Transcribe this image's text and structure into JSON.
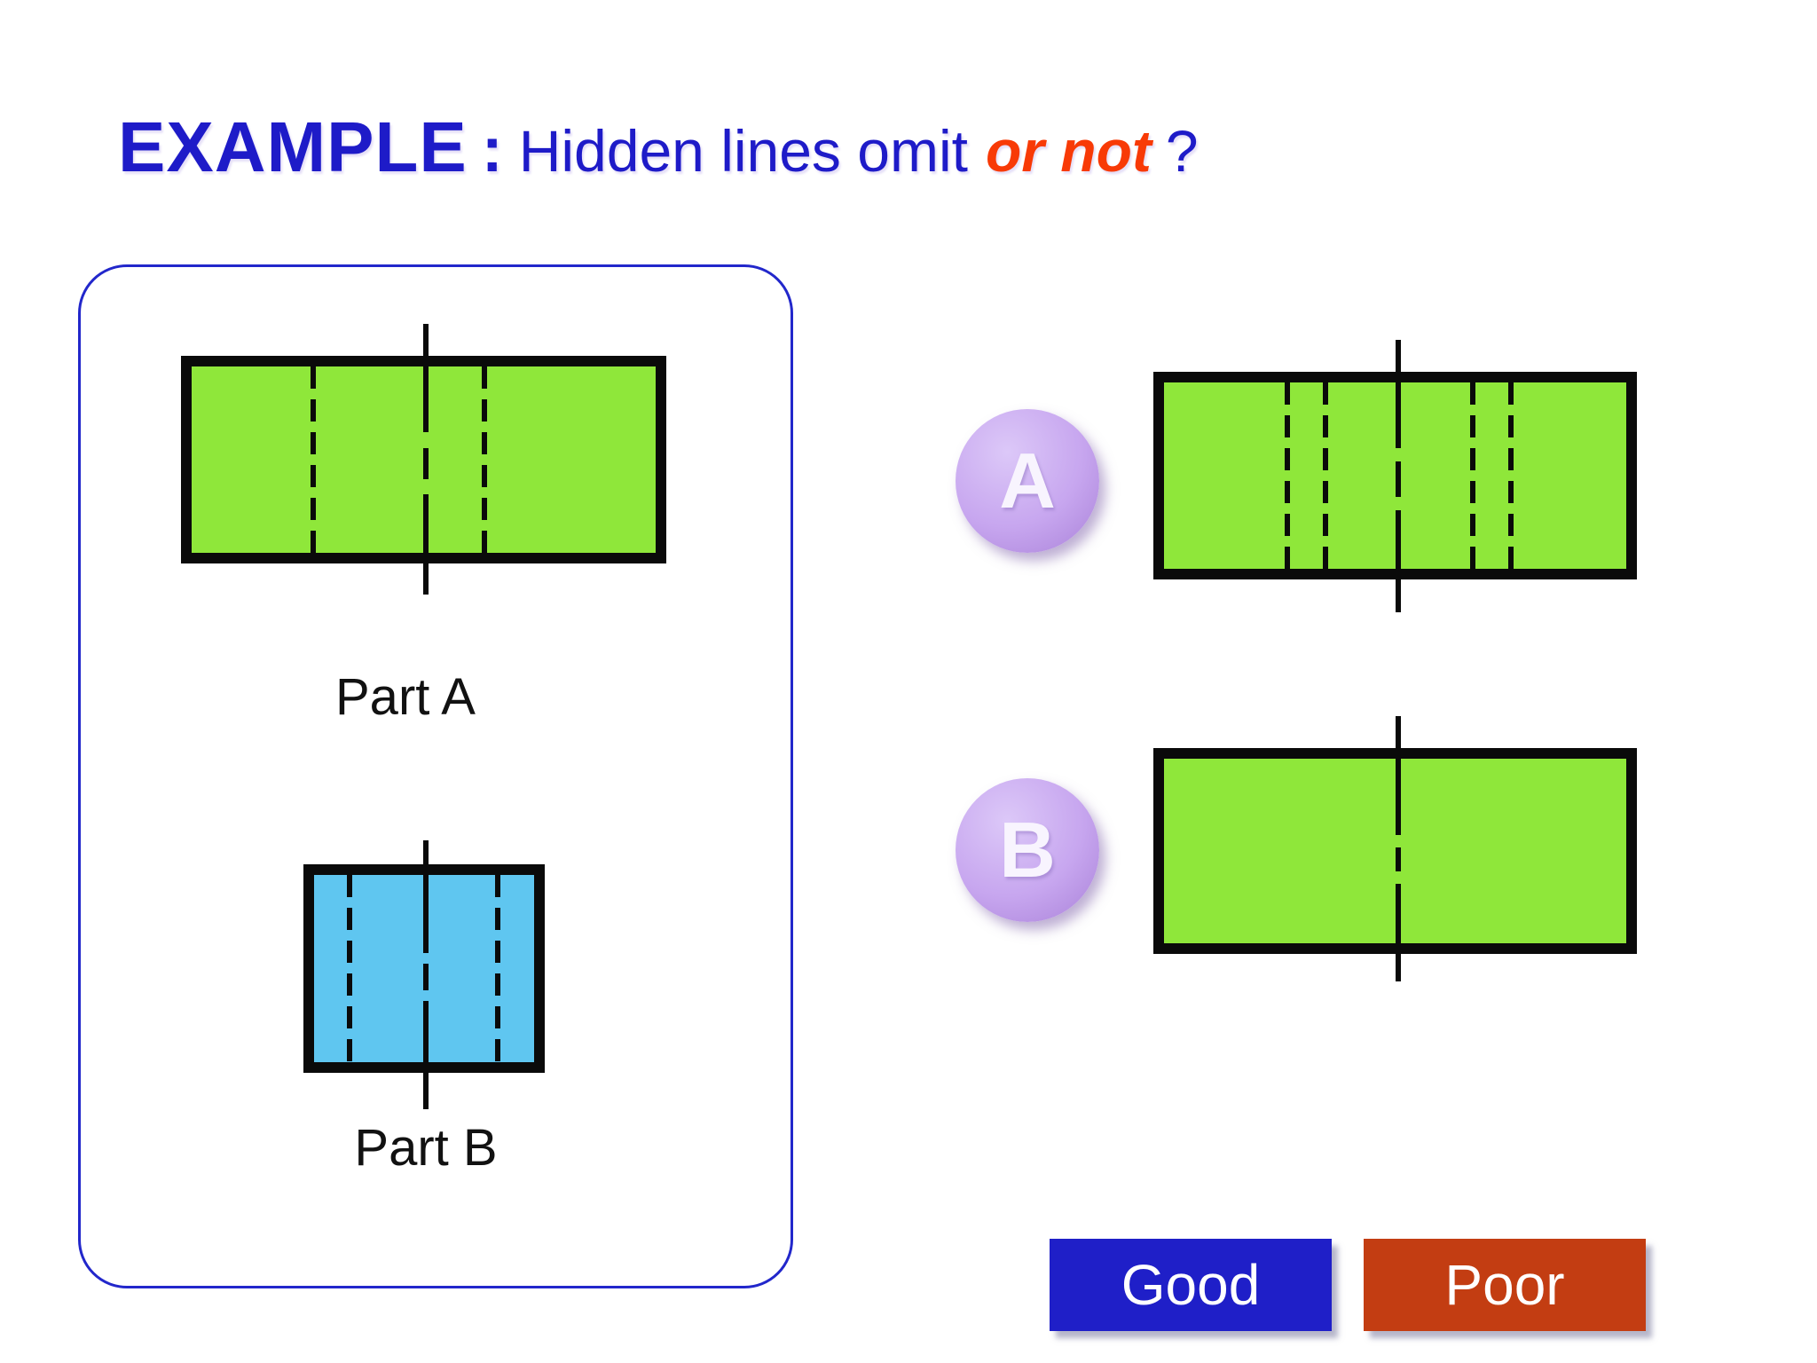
{
  "slide": {
    "title": {
      "keyword": "EXAMPLE",
      "colon": ":",
      "normal": "Hidden lines omit",
      "emphasis": "or not",
      "question": "?"
    },
    "example_box": {
      "part_a_label": "Part A",
      "part_b_label": "Part B"
    },
    "options": [
      {
        "badge": "A"
      },
      {
        "badge": "B"
      }
    ],
    "buttons": {
      "good": "Good",
      "poor": "Poor"
    }
  },
  "colors": {
    "title_blue": "#1E1BC8",
    "title_red": "#F83A06",
    "drawing_green": "#8FE73A",
    "drawing_blue": "#5FC6F0",
    "line_black": "#0A0A0A",
    "box_border_blue": "#2227CB",
    "badge_purple": "#C7A6EF",
    "badge_purple_light": "#DCC8F8",
    "badge_purple_dark": "#A981D8",
    "badge_text": "#F8F4FE",
    "good_bg": "#1F1FC8",
    "poor_bg": "#C33D12",
    "button_text": "#FFFFFF",
    "label_black": "#111111"
  }
}
